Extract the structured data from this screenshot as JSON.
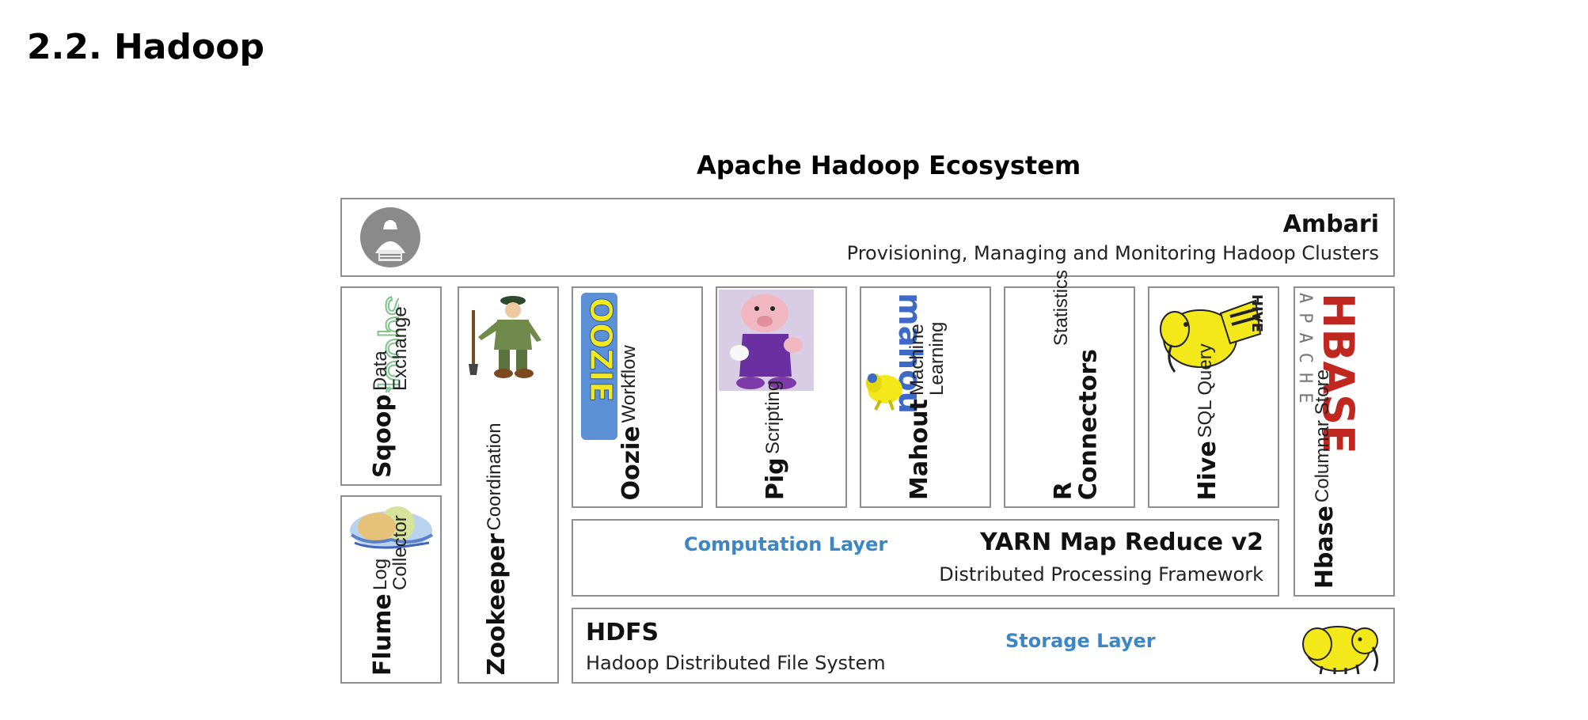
{
  "page": {
    "heading": "2.2. Hadoop",
    "diagram_title": "Apache Hadoop Ecosystem"
  },
  "ambari": {
    "name": "Ambari",
    "description": "Provisioning, Managing and Monitoring Hadoop Clusters",
    "icon": "ambari-logo"
  },
  "tools": {
    "sqoop": {
      "name": "Sqoop",
      "description": "Data Exchange",
      "logo_text": "sqoop",
      "icon": "sqoop-logo"
    },
    "flume": {
      "name": "Flume",
      "description": "Log Collector",
      "icon": "flume-logo"
    },
    "zookeeper": {
      "name": "Zookeeper",
      "description": "Coordination",
      "icon": "zookeeper-keeper-figure"
    },
    "oozie": {
      "name": "Oozie",
      "description": "Workflow",
      "logo_text": "OOZIE",
      "icon": "oozie-logo"
    },
    "pig": {
      "name": "Pig",
      "description": "Scripting",
      "icon": "pig-logo"
    },
    "mahout": {
      "name": "Mahout",
      "description": "Machine Learning",
      "logo_text": "mahout",
      "icon": "mahout-logo"
    },
    "r_connectors": {
      "name": "R Connectors",
      "description": "Statistics"
    },
    "hive": {
      "name": "Hive",
      "description": "SQL Query",
      "logo_text": "HIVE",
      "icon": "hive-logo"
    },
    "hbase": {
      "name": "Hbase",
      "description": "Columnar Store",
      "logo_text_small": "APACHE",
      "logo_text_large": "HBASE",
      "icon": "hbase-logo"
    }
  },
  "yarn": {
    "layer_label": "Computation Layer",
    "name": "YARN Map Reduce v2",
    "description": "Distributed Processing Framework"
  },
  "hdfs": {
    "name": "HDFS",
    "description": "Hadoop Distributed File System",
    "layer_label": "Storage Layer",
    "icon": "hadoop-elephant-logo"
  },
  "colors": {
    "layer_label": "#3b86c6",
    "border": "#8e8e8e",
    "hadoop_yellow": "#f3e91a",
    "oozie_blue": "#5b8fd6",
    "hbase_red": "#c0271f",
    "sqoop_green": "#7dc38a",
    "pig_purple": "#6a2fa0",
    "pig_pink": "#f0b7c0"
  }
}
